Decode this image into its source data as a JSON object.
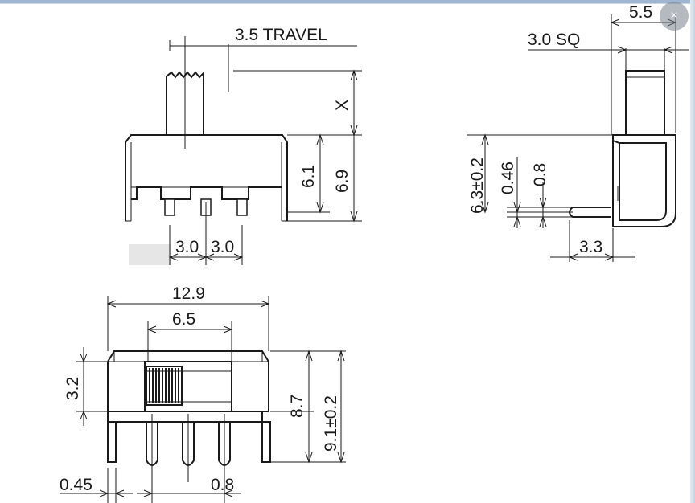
{
  "window": {
    "close_glyph": "×",
    "colors": {
      "frame": "#9fb6d2",
      "ink": "#1a1a1a",
      "close_bg": "#7a828c"
    }
  },
  "diagram": {
    "labels": {
      "travel": "3.5 TRAVEL",
      "x": "X",
      "h61": "6.1",
      "h69": "6.9",
      "pitch_left": "3.0",
      "pitch_right": "3.0",
      "side_top": "5.5",
      "side_sq": "3.0 SQ",
      "side_63": "6.3±0.2",
      "side_046": "0.46",
      "side_08": "0.8",
      "side_33": "3.3",
      "top_129": "12.9",
      "top_65": "6.5",
      "top_32": "3.2",
      "top_87": "8.7",
      "top_91": "9.1±0.2",
      "bottom_045": "0.45",
      "bottom_08": "0.8"
    }
  }
}
